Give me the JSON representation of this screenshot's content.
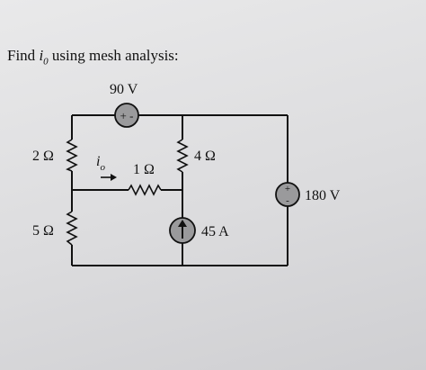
{
  "problem": {
    "prompt_prefix": "Find ",
    "prompt_var": "i",
    "prompt_sub": "0",
    "prompt_suffix": " using mesh analysis:"
  },
  "circuit": {
    "source_90v": {
      "label": "90 V",
      "polarity": "+ -"
    },
    "source_180v": {
      "label": "180 V",
      "polarity_top": "+",
      "polarity_bottom": "-"
    },
    "source_45a": {
      "label": "45 A"
    },
    "r_2ohm": "2 Ω",
    "r_5ohm": "5 Ω",
    "r_1ohm": "1 Ω",
    "r_4ohm": "4 Ω",
    "current_label": "i",
    "current_sub": "o"
  },
  "colors": {
    "wire": "#111111",
    "source_fill": "#9a9a9c",
    "background": "#dcdcde"
  }
}
